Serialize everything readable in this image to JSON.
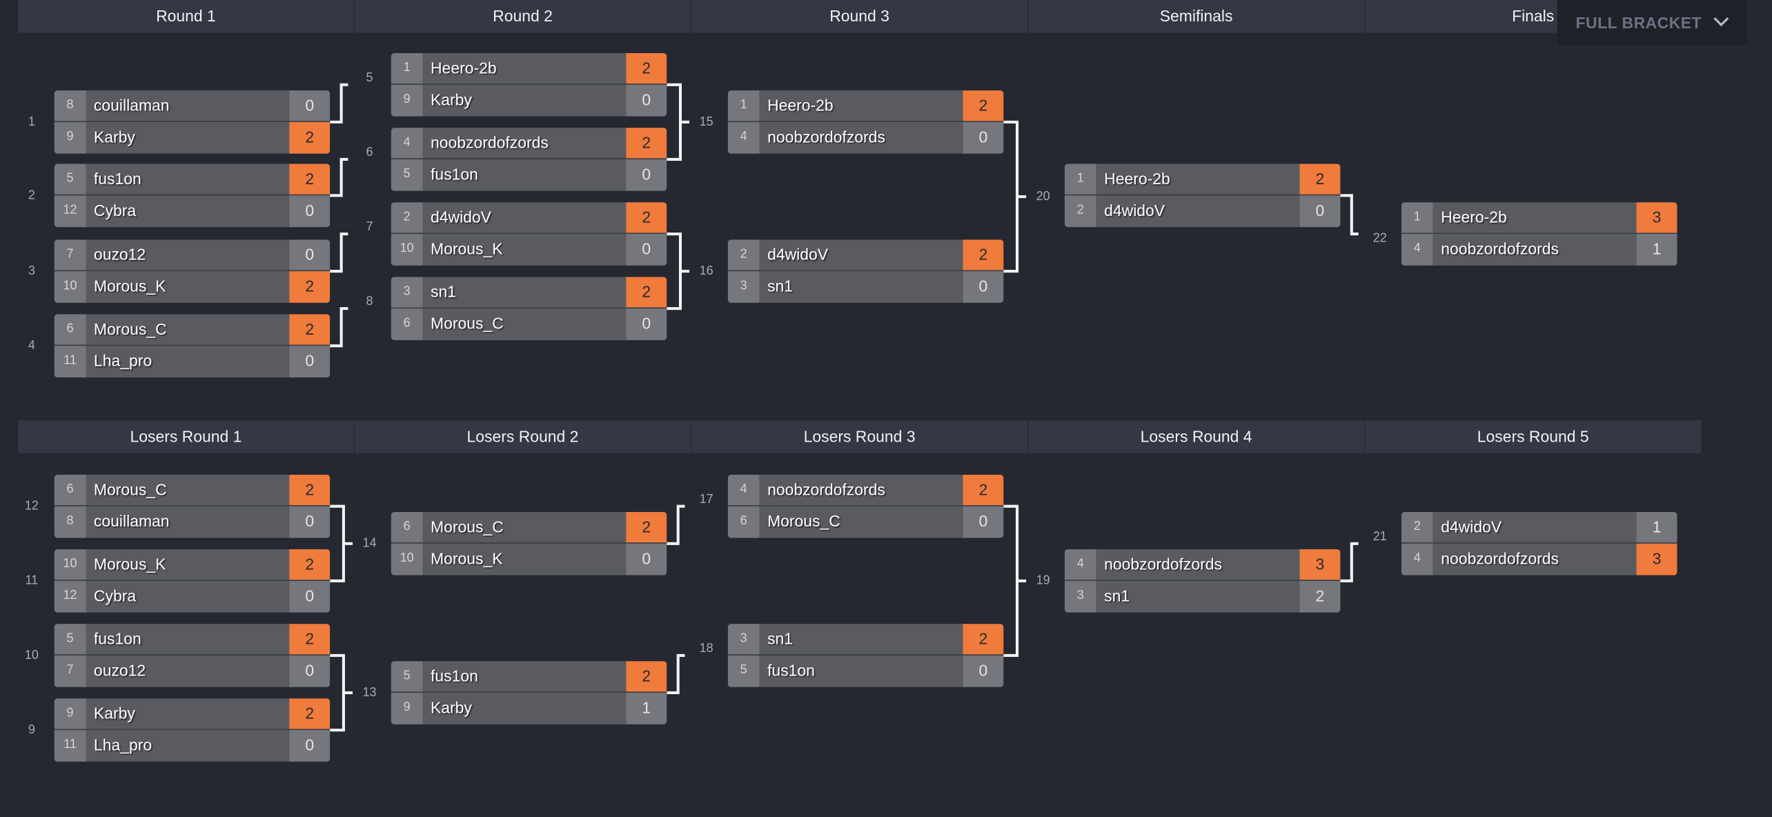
{
  "winners_headers": [
    "Round 1",
    "Round 2",
    "Round 3",
    "Semifinals",
    "Finals"
  ],
  "losers_headers": [
    "Losers Round 1",
    "Losers Round 2",
    "Losers Round 3",
    "Losers Round 4",
    "Losers Round 5"
  ],
  "full_bracket_button": {
    "label": "FULL BRACKET",
    "icon": "chevron-down-icon"
  },
  "colors": {
    "winner": "#ef7b3d",
    "background": "#252830",
    "header": "#343744"
  },
  "matches": [
    {
      "id": "1",
      "players": [
        {
          "seed": "8",
          "name": "couillaman",
          "score": "0",
          "winner": false
        },
        {
          "seed": "9",
          "name": "Karby",
          "score": "2",
          "winner": true
        }
      ]
    },
    {
      "id": "2",
      "players": [
        {
          "seed": "5",
          "name": "fus1on",
          "score": "2",
          "winner": true
        },
        {
          "seed": "12",
          "name": "Cybra",
          "score": "0",
          "winner": false
        }
      ]
    },
    {
      "id": "3",
      "players": [
        {
          "seed": "7",
          "name": "ouzo12",
          "score": "0",
          "winner": false
        },
        {
          "seed": "10",
          "name": "Morous_K",
          "score": "2",
          "winner": true
        }
      ]
    },
    {
      "id": "4",
      "players": [
        {
          "seed": "6",
          "name": "Morous_C",
          "score": "2",
          "winner": true
        },
        {
          "seed": "11",
          "name": "Lha_pro",
          "score": "0",
          "winner": false
        }
      ]
    },
    {
      "id": "5",
      "players": [
        {
          "seed": "1",
          "name": "Heero-2b",
          "score": "2",
          "winner": true
        },
        {
          "seed": "9",
          "name": "Karby",
          "score": "0",
          "winner": false
        }
      ]
    },
    {
      "id": "6",
      "players": [
        {
          "seed": "4",
          "name": "noobzordofzords",
          "score": "2",
          "winner": true
        },
        {
          "seed": "5",
          "name": "fus1on",
          "score": "0",
          "winner": false
        }
      ]
    },
    {
      "id": "7",
      "players": [
        {
          "seed": "2",
          "name": "d4widoV",
          "score": "2",
          "winner": true
        },
        {
          "seed": "10",
          "name": "Morous_K",
          "score": "0",
          "winner": false
        }
      ]
    },
    {
      "id": "8",
      "players": [
        {
          "seed": "3",
          "name": "sn1",
          "score": "2",
          "winner": true
        },
        {
          "seed": "6",
          "name": "Morous_C",
          "score": "0",
          "winner": false
        }
      ]
    },
    {
      "id": "15",
      "players": [
        {
          "seed": "1",
          "name": "Heero-2b",
          "score": "2",
          "winner": true
        },
        {
          "seed": "4",
          "name": "noobzordofzords",
          "score": "0",
          "winner": false
        }
      ]
    },
    {
      "id": "16",
      "players": [
        {
          "seed": "2",
          "name": "d4widoV",
          "score": "2",
          "winner": true
        },
        {
          "seed": "3",
          "name": "sn1",
          "score": "0",
          "winner": false
        }
      ]
    },
    {
      "id": "20",
      "players": [
        {
          "seed": "1",
          "name": "Heero-2b",
          "score": "2",
          "winner": true
        },
        {
          "seed": "2",
          "name": "d4widoV",
          "score": "0",
          "winner": false
        }
      ]
    },
    {
      "id": "22",
      "players": [
        {
          "seed": "1",
          "name": "Heero-2b",
          "score": "3",
          "winner": true
        },
        {
          "seed": "4",
          "name": "noobzordofzords",
          "score": "1",
          "winner": false
        }
      ]
    },
    {
      "id": "12",
      "players": [
        {
          "seed": "6",
          "name": "Morous_C",
          "score": "2",
          "winner": true
        },
        {
          "seed": "8",
          "name": "couillaman",
          "score": "0",
          "winner": false
        }
      ]
    },
    {
      "id": "11",
      "players": [
        {
          "seed": "10",
          "name": "Morous_K",
          "score": "2",
          "winner": true
        },
        {
          "seed": "12",
          "name": "Cybra",
          "score": "0",
          "winner": false
        }
      ]
    },
    {
      "id": "10",
      "players": [
        {
          "seed": "5",
          "name": "fus1on",
          "score": "2",
          "winner": true
        },
        {
          "seed": "7",
          "name": "ouzo12",
          "score": "0",
          "winner": false
        }
      ]
    },
    {
      "id": "9",
      "players": [
        {
          "seed": "9",
          "name": "Karby",
          "score": "2",
          "winner": true
        },
        {
          "seed": "11",
          "name": "Lha_pro",
          "score": "0",
          "winner": false
        }
      ]
    },
    {
      "id": "14",
      "players": [
        {
          "seed": "6",
          "name": "Morous_C",
          "score": "2",
          "winner": true
        },
        {
          "seed": "10",
          "name": "Morous_K",
          "score": "0",
          "winner": false
        }
      ]
    },
    {
      "id": "13",
      "players": [
        {
          "seed": "5",
          "name": "fus1on",
          "score": "2",
          "winner": true
        },
        {
          "seed": "9",
          "name": "Karby",
          "score": "1",
          "winner": false
        }
      ]
    },
    {
      "id": "17",
      "players": [
        {
          "seed": "4",
          "name": "noobzordofzords",
          "score": "2",
          "winner": true
        },
        {
          "seed": "6",
          "name": "Morous_C",
          "score": "0",
          "winner": false
        }
      ]
    },
    {
      "id": "18",
      "players": [
        {
          "seed": "3",
          "name": "sn1",
          "score": "2",
          "winner": true
        },
        {
          "seed": "5",
          "name": "fus1on",
          "score": "0",
          "winner": false
        }
      ]
    },
    {
      "id": "19",
      "players": [
        {
          "seed": "4",
          "name": "noobzordofzords",
          "score": "3",
          "winner": true
        },
        {
          "seed": "3",
          "name": "sn1",
          "score": "2",
          "winner": false
        }
      ]
    },
    {
      "id": "21",
      "players": [
        {
          "seed": "2",
          "name": "d4widoV",
          "score": "1",
          "winner": false
        },
        {
          "seed": "4",
          "name": "noobzordofzords",
          "score": "3",
          "winner": true
        }
      ]
    }
  ]
}
